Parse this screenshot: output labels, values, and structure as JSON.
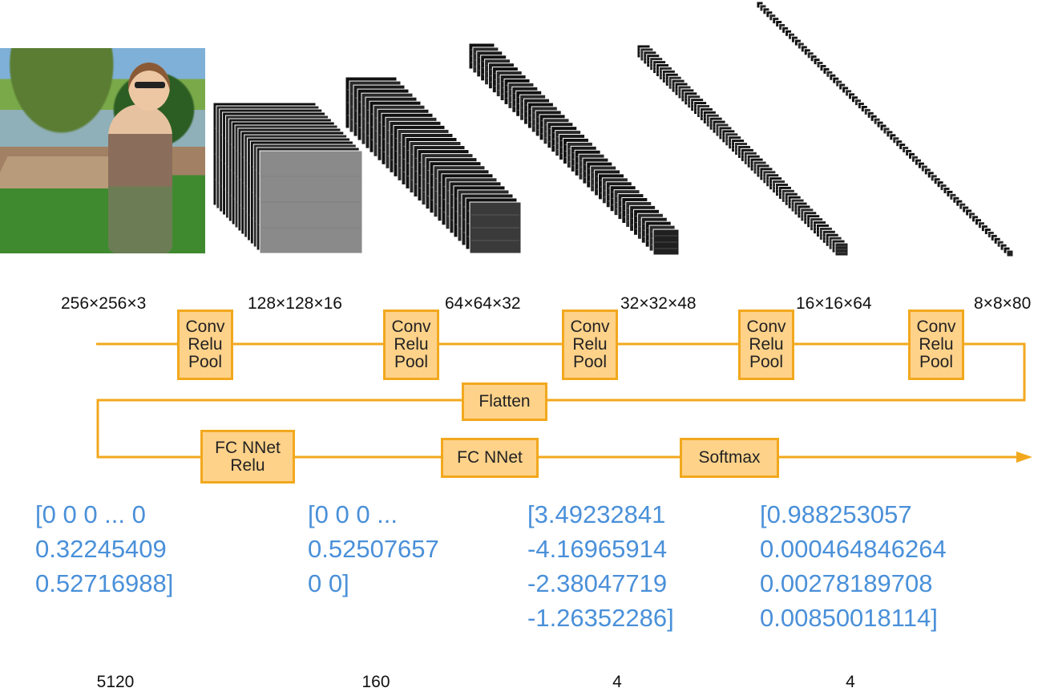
{
  "dims": [
    "256×256×3",
    "128×128×16",
    "64×64×32",
    "32×32×48",
    "16×16×64",
    "8×8×80"
  ],
  "conv_block_lines": [
    "Conv",
    "Relu",
    "Pool"
  ],
  "flatten_label": "Flatten",
  "fc_relu_lines": [
    "FC NNet",
    "Relu"
  ],
  "fc_label": "FC NNet",
  "softmax_label": "Softmax",
  "vectors": [
    [
      "[0 0 0 ... 0",
      "0.32245409",
      "0.52716988]"
    ],
    [
      "[0 0 0 ...",
      "0.52507657",
      "0 0]"
    ],
    [
      "[3.49232841",
      "-4.16965914",
      "-2.38047719",
      "-1.26352286]"
    ],
    [
      "[0.988253057",
      "0.000464846264",
      "0.00278189708",
      "0.00850018114]"
    ]
  ],
  "counts": [
    "5120",
    "160",
    "4",
    "4"
  ],
  "colors": {
    "line": "#F2A81D",
    "box_fill": "#FFD28A",
    "vector_text": "#4A90D9"
  }
}
